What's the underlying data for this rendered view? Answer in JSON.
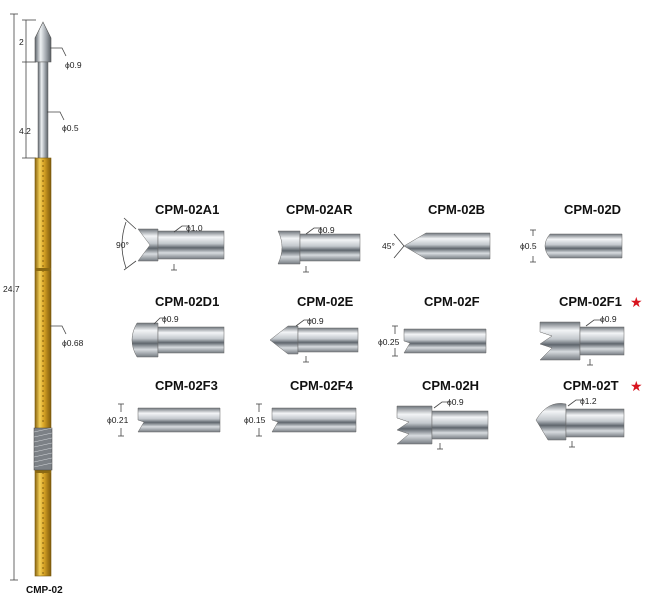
{
  "probe": {
    "model": "CMP-02",
    "total_length": "24.7",
    "head_length": "2",
    "plunger_length": "4.2",
    "head_diameter": "ϕ0.9",
    "plunger_diameter": "ϕ0.5",
    "barrel_diameter": "ϕ0.68"
  },
  "tips": [
    {
      "code": "CPM-02A1",
      "dims": [
        "ϕ1.0",
        "90°"
      ],
      "starred": false
    },
    {
      "code": "CPM-02AR",
      "dims": [
        "ϕ0.9"
      ],
      "starred": false
    },
    {
      "code": "CPM-02B",
      "dims": [
        "45°"
      ],
      "starred": false
    },
    {
      "code": "CPM-02D",
      "dims": [
        "ϕ0.5"
      ],
      "starred": false
    },
    {
      "code": "CPM-02D1",
      "dims": [
        "ϕ0.9"
      ],
      "starred": false
    },
    {
      "code": "CPM-02E",
      "dims": [
        "ϕ0.9"
      ],
      "starred": false
    },
    {
      "code": "CPM-02F",
      "dims": [
        "ϕ0.25"
      ],
      "starred": false
    },
    {
      "code": "CPM-02F1",
      "dims": [
        "ϕ0.9"
      ],
      "starred": true
    },
    {
      "code": "CPM-02F3",
      "dims": [
        "ϕ0.21"
      ],
      "starred": false
    },
    {
      "code": "CPM-02F4",
      "dims": [
        "ϕ0.15"
      ],
      "starred": false
    },
    {
      "code": "CPM-02H",
      "dims": [
        "ϕ0.9"
      ],
      "starred": false
    },
    {
      "code": "CPM-02T",
      "dims": [
        "ϕ1.2"
      ],
      "starred": true
    }
  ],
  "colors": {
    "barrel": "#d2a21c",
    "steel": "#b7bcc1",
    "star": "#d8141e"
  }
}
